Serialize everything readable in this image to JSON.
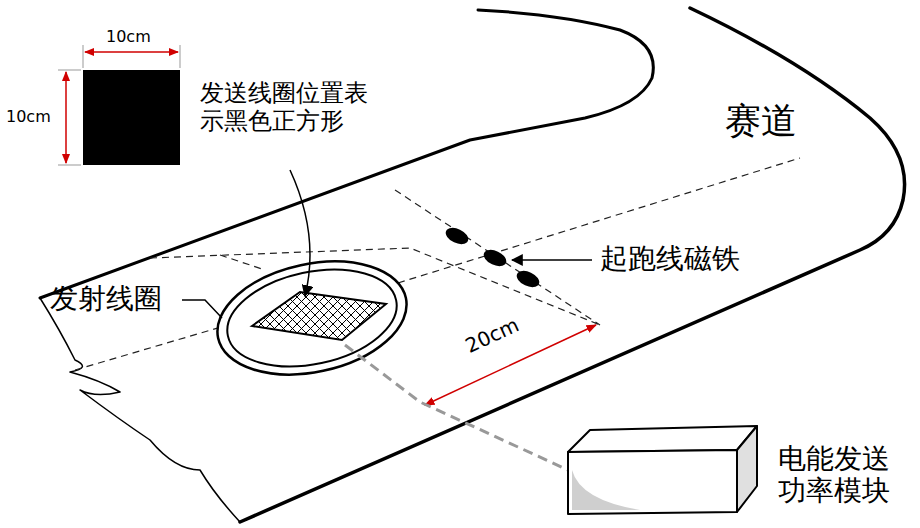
{
  "diagram": {
    "labels": [
      "10cm",
      "10cm",
      "发送线圈位置表 示黑色正方形",
      "赛道",
      "起跑线磁铁",
      "发射线圈",
      "20cm",
      "电能发送 功率模块"
    ]
  }
}
